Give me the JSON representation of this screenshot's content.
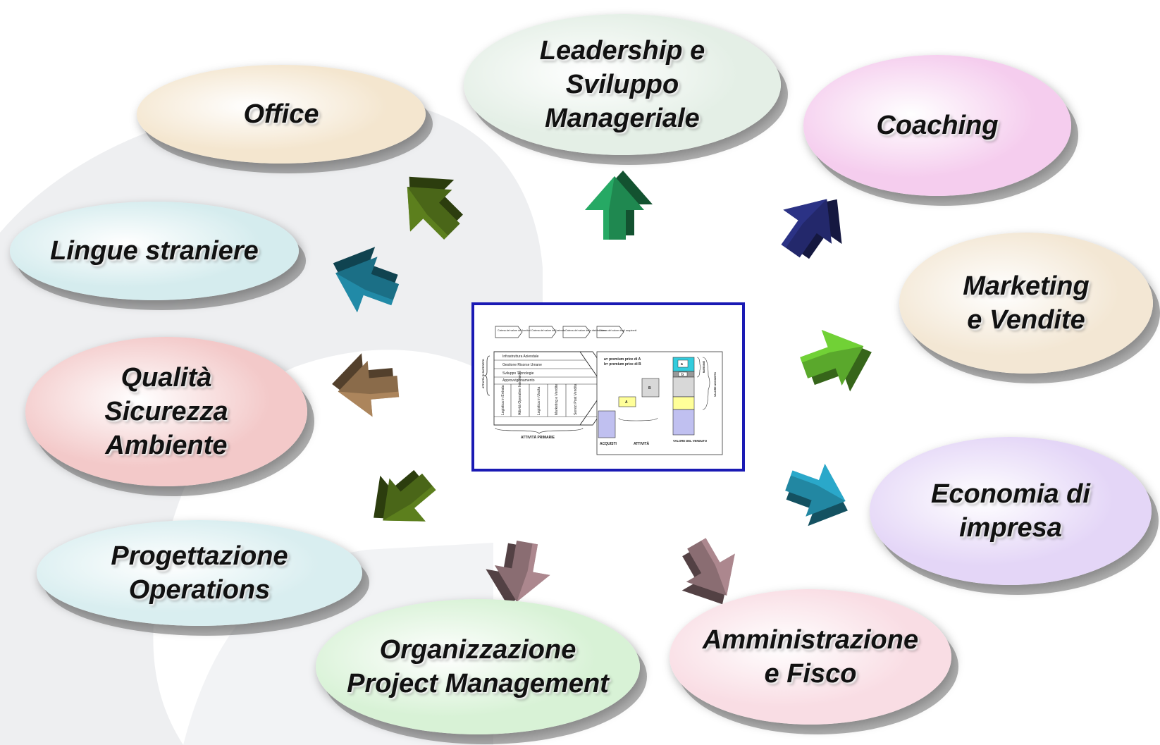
{
  "nodes": [
    {
      "id": "office",
      "label": "Office",
      "fill": "#f4e6cf",
      "rim": "#a07a4a"
    },
    {
      "id": "leadership",
      "label": "Leadership e\nSviluppo\nManageriale",
      "fill": "#e4efe6",
      "rim": "#8f9f90"
    },
    {
      "id": "coaching",
      "label": "Coaching",
      "fill": "#f5cdee",
      "rim": "#a277a0"
    },
    {
      "id": "lingue",
      "label": "Lingue straniere",
      "fill": "#d5ecee",
      "rim": "#6f9fa3"
    },
    {
      "id": "marketing",
      "label": "Marketing\ne Vendite",
      "fill": "#f3e7d4",
      "rim": "#a78a5f"
    },
    {
      "id": "qualita",
      "label": "Qualità\nSicurezza\nAmbiente",
      "fill": "#f3c9c9",
      "rim": "#a25858"
    },
    {
      "id": "economia",
      "label": "Economia di\nimpresa",
      "fill": "#e4d6f7",
      "rim": "#8e76b5"
    },
    {
      "id": "progettazione",
      "label": "Progettazione\nOperations",
      "fill": "#d9eef0",
      "rim": "#7aa2a6"
    },
    {
      "id": "organizzazione",
      "label": "Organizzazione\nProject Management",
      "fill": "#d8f2d6",
      "rim": "#86b288"
    },
    {
      "id": "amministrazione",
      "label": "Amministrazione\ne Fisco",
      "fill": "#f9dde4",
      "rim": "#a9838b"
    }
  ],
  "arrows": [
    {
      "target": "office",
      "color": "#4a6618"
    },
    {
      "target": "leadership",
      "color": "#1f8850"
    },
    {
      "target": "coaching",
      "color": "#23286b"
    },
    {
      "target": "lingue",
      "color": "#1b6f86"
    },
    {
      "target": "marketing",
      "color": "#5aa82c"
    },
    {
      "target": "qualita",
      "color": "#8a6b4a"
    },
    {
      "target": "economia",
      "color": "#2287a2"
    },
    {
      "target": "progettazione",
      "color": "#4a6618"
    },
    {
      "target": "organizzazione",
      "color": "#8a6d72"
    },
    {
      "target": "amministrazione",
      "color": "#8a6d72"
    }
  ],
  "value_chain": {
    "header_chevrons": [
      "Catena del valore dei fornitori",
      "Catena del valore dell'azienda",
      "Catena del valore della distribuzione",
      "Catena del valore degli acquirenti"
    ],
    "support_label": "ATTIVITÀ DI SUPPORTO",
    "support_activities": [
      "Infrastruttura Aziendale",
      "Gestione Risorse Umane",
      "Sviluppo Tecnologie",
      "Approvvigionamento"
    ],
    "primary_activities": [
      "Logistica in Entrata",
      "Attività Operative Intermedie",
      "Logistica in Uscita",
      "Marketing e Vendite",
      "Servizi Post Vendita"
    ],
    "primary_label": "ATTIVITÀ PRIMARIE",
    "premium_a": "a= premium price di A",
    "premium_b": "b= premium price di B",
    "box_a": "A",
    "box_b": "B",
    "stack_a": "a",
    "stack_b": "b",
    "margine": "MARGINE",
    "valore_aggiunto": "VALORE AGGIUNTO",
    "acquisti": "ACQUISTI",
    "attivita": "ATTIVITÀ",
    "valore_venduto": "VALORE DEL VENDUTO"
  }
}
